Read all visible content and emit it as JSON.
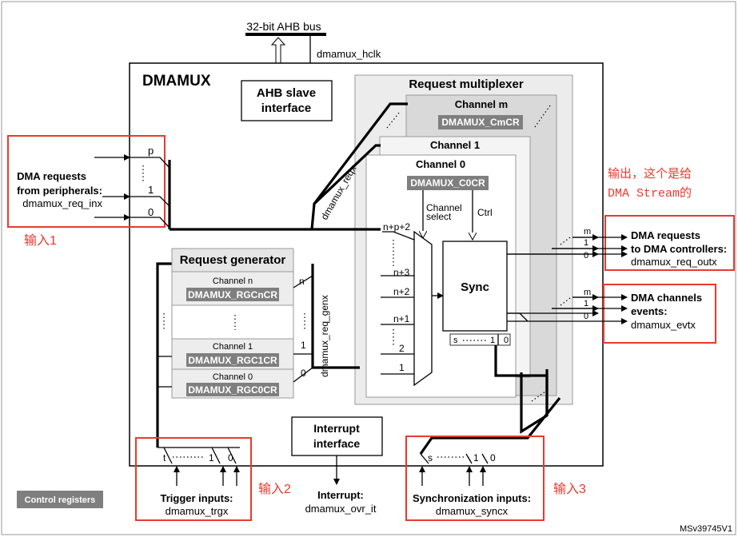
{
  "bus": {
    "label": "32-bit AHB bus",
    "clock": "dmamux_hclk"
  },
  "block": {
    "title": "DMAMUX"
  },
  "ahb_slave": {
    "line1": "AHB slave",
    "line2": "interface"
  },
  "request_multiplexer": {
    "title": "Request multiplexer",
    "channel_m": {
      "label": "Channel m",
      "reg": "DMAMUX_CmCR"
    },
    "channel_1": {
      "label": "Channel 1"
    },
    "channel_0": {
      "label": "Channel 0",
      "reg": "DMAMUX_C0CR"
    },
    "channel_select": {
      "line1": "Channel",
      "line2": "select"
    },
    "ctrl": "Ctrl",
    "sync": "Sync",
    "mux_inputs": [
      "n+p+2",
      "n+3",
      "n+2",
      "n+1",
      "2",
      "1"
    ],
    "sync_ports": {
      "s": "s",
      "one": "1",
      "zero": "0"
    },
    "reqx": "dmamux_reqx"
  },
  "dma_requests_in": {
    "line1": "DMA requests",
    "line2": "from peripherals:",
    "line3": "dmamux_req_inx",
    "ports": [
      "p",
      "1",
      "0"
    ]
  },
  "request_generator": {
    "title": "Request generator",
    "channels": [
      {
        "label": "Channel n",
        "reg": "DMAMUX_RGCnCR",
        "port": "n"
      },
      {
        "label": "Channel 1",
        "reg": "DMAMUX_RGC1CR",
        "port": "1"
      },
      {
        "label": "Channel 0",
        "reg": "DMAMUX_RGC0CR",
        "port": "0"
      }
    ],
    "genx": "dmamux_req_genx"
  },
  "outputs_requests": {
    "ports": [
      "m",
      "1",
      "0"
    ],
    "line1": "DMA requests",
    "line2": "to DMA controllers:",
    "line3": "dmamux_req_outx"
  },
  "outputs_events": {
    "ports": [
      "m",
      "1",
      "0"
    ],
    "line1": "DMA channels",
    "line2": "events:",
    "line3": "dmamux_evtx"
  },
  "interrupt": {
    "line1": "Interrupt",
    "line2": "interface",
    "out1": "Interrupt:",
    "out2": "dmamux_ovr_it"
  },
  "trigger": {
    "ports": [
      "t",
      "1",
      "0"
    ],
    "line1": "Trigger inputs:",
    "line2": "dmamux_trgx"
  },
  "synchronization": {
    "ports": [
      "s",
      "1",
      "0"
    ],
    "line1": "Synchronization inputs:",
    "line2": "dmamux_syncx"
  },
  "control_registers": "Control registers",
  "ref": "MSv39745V1",
  "annotations": {
    "output_note_line1": "输出，这个是给",
    "output_note_line2": "DMA Stream的",
    "input1": "输入1",
    "input2": "输入2",
    "input3": "输入3"
  },
  "colors": {
    "annotation": "#e83a2f",
    "register_fill": "#7f7f7f",
    "panel_fill": "#d9d9d9"
  }
}
